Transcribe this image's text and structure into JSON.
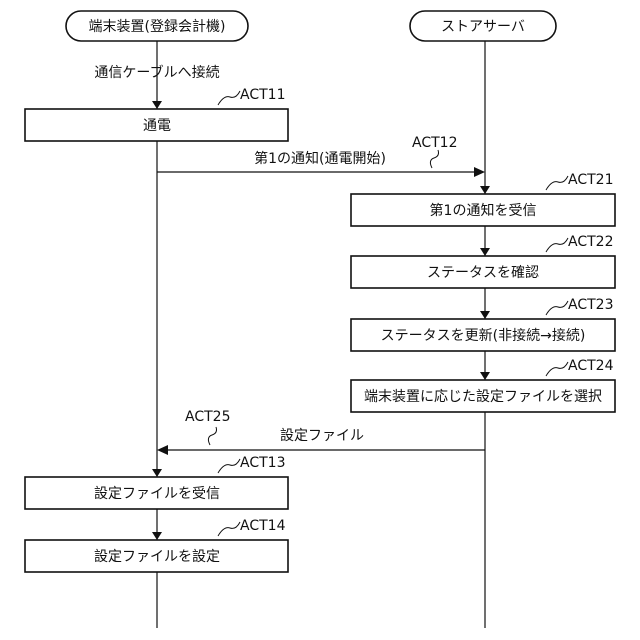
{
  "lanes": {
    "terminal": "端末装置(登録会計機)",
    "server": "ストアサーバ"
  },
  "connect_label": "通信ケーブルへ接続",
  "steps": {
    "act11": {
      "id": "ACT11",
      "label": "通電"
    },
    "act12": {
      "id": "ACT12",
      "label": "第1の通知(通電開始)"
    },
    "act21": {
      "id": "ACT21",
      "label": "第1の通知を受信"
    },
    "act22": {
      "id": "ACT22",
      "label": "ステータスを確認"
    },
    "act23": {
      "id": "ACT23",
      "label": "ステータスを更新(非接続→接続)"
    },
    "act24": {
      "id": "ACT24",
      "label": "端末装置に応じた設定ファイルを選択"
    },
    "act25": {
      "id": "ACT25",
      "label": "設定ファイル"
    },
    "act13": {
      "id": "ACT13",
      "label": "設定ファイルを受信"
    },
    "act14": {
      "id": "ACT14",
      "label": "設定ファイルを設定"
    }
  }
}
